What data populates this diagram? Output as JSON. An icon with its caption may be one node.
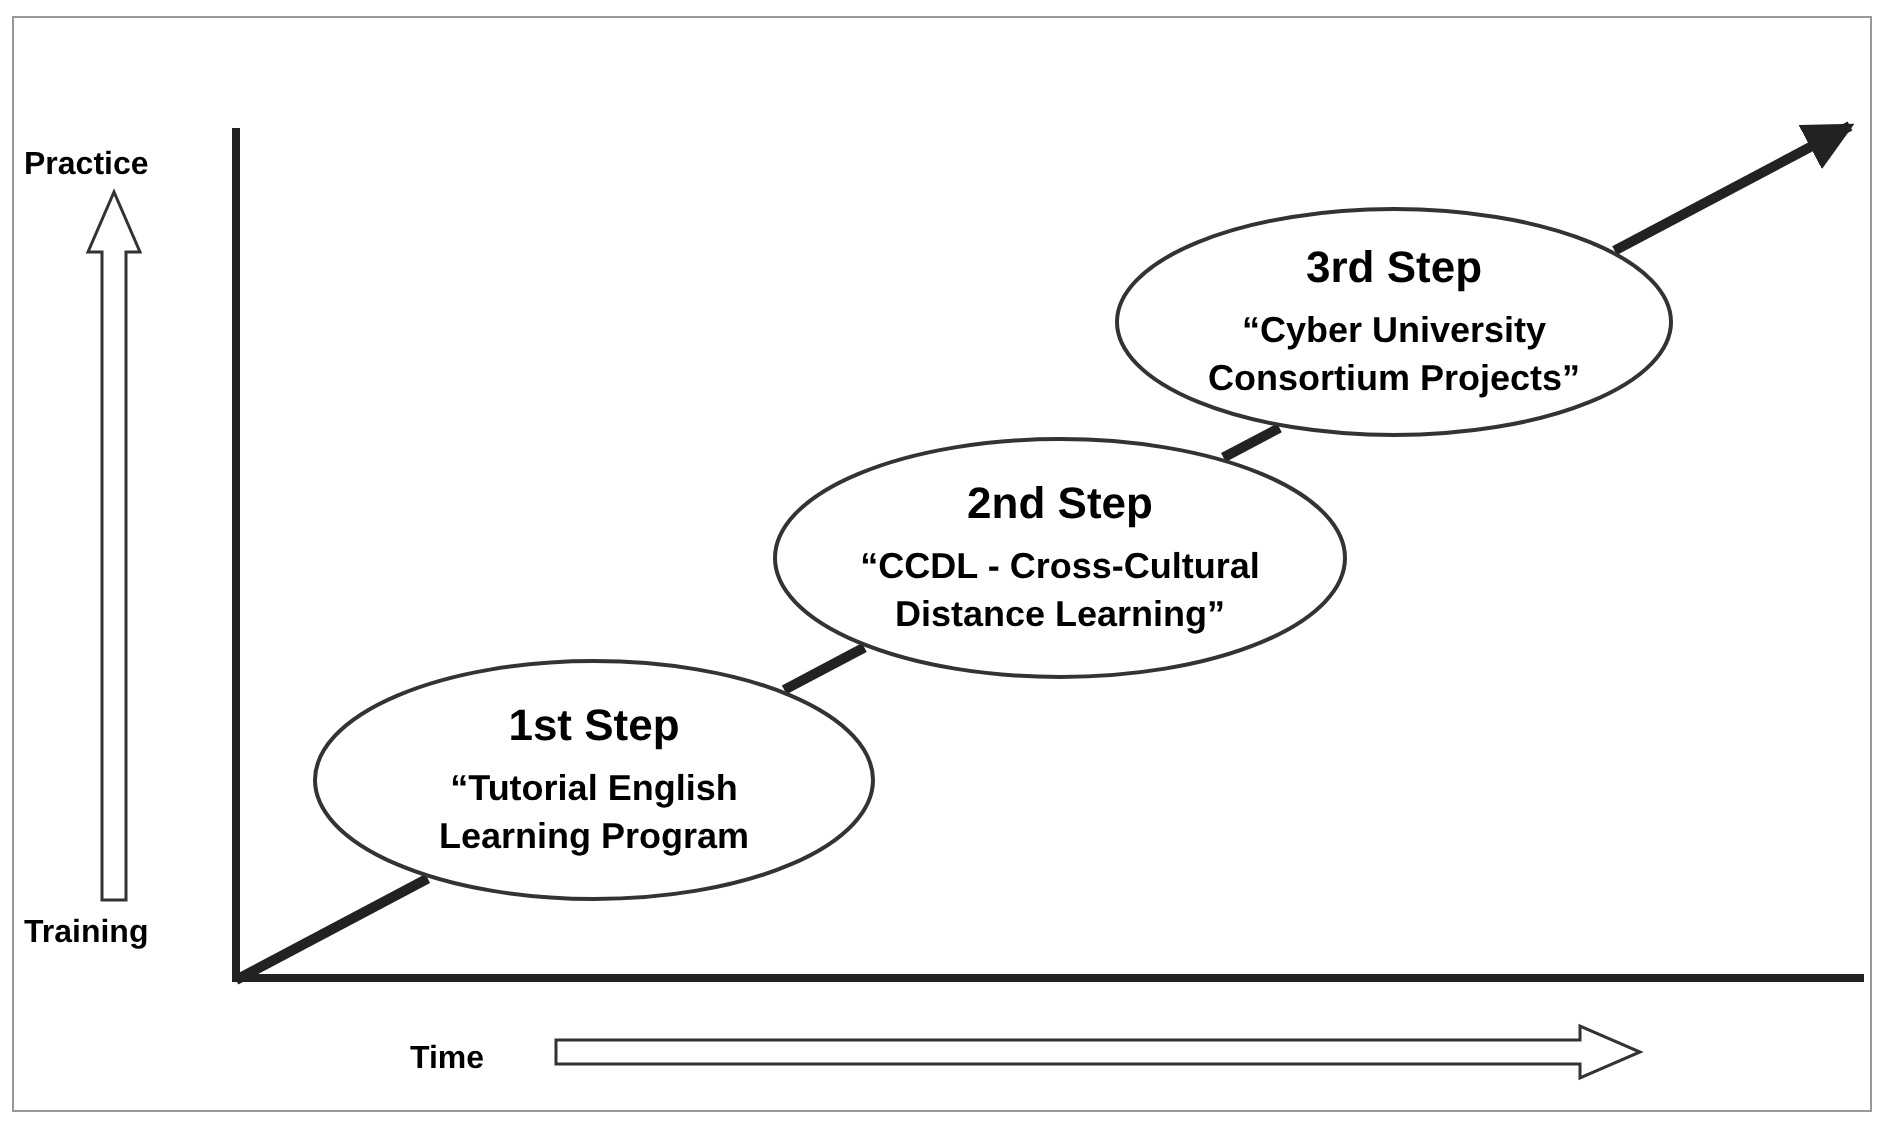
{
  "diagram": {
    "nodes": [
      {
        "text": [
          "1st Step",
          "“Tutorial English Learning Program"
        ]
      },
      {
        "text": [
          "2nd Step",
          "“CCDL - Cross-Cultural Distance Learning”"
        ]
      },
      {
        "text": [
          "3rd Step",
          "“Cyber University Consortium Projects”"
        ]
      }
    ],
    "edges": [
      {
        "from": null,
        "to": 0,
        "arrow": "none"
      },
      {
        "from": 0,
        "to": 1,
        "arrow": "none"
      },
      {
        "from": 1,
        "to": 2,
        "arrow": "none"
      },
      {
        "from": 2,
        "to": null,
        "arrow": "to"
      }
    ],
    "labels": [
      "Practice",
      "Training",
      "Time"
    ]
  }
}
